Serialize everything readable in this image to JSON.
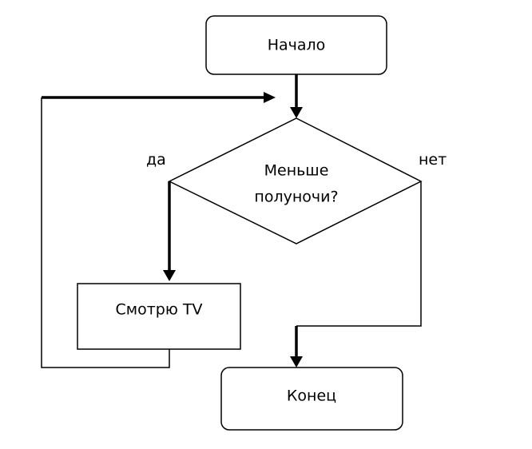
{
  "diagram": {
    "nodes": {
      "start": {
        "label": "Начало"
      },
      "decision": {
        "line1": "Меньше",
        "line2": "полуночи?"
      },
      "process": {
        "label": "Смотрю TV"
      },
      "end": {
        "label": "Конец"
      }
    },
    "edges": {
      "yes_label": "да",
      "no_label": "нет"
    }
  }
}
